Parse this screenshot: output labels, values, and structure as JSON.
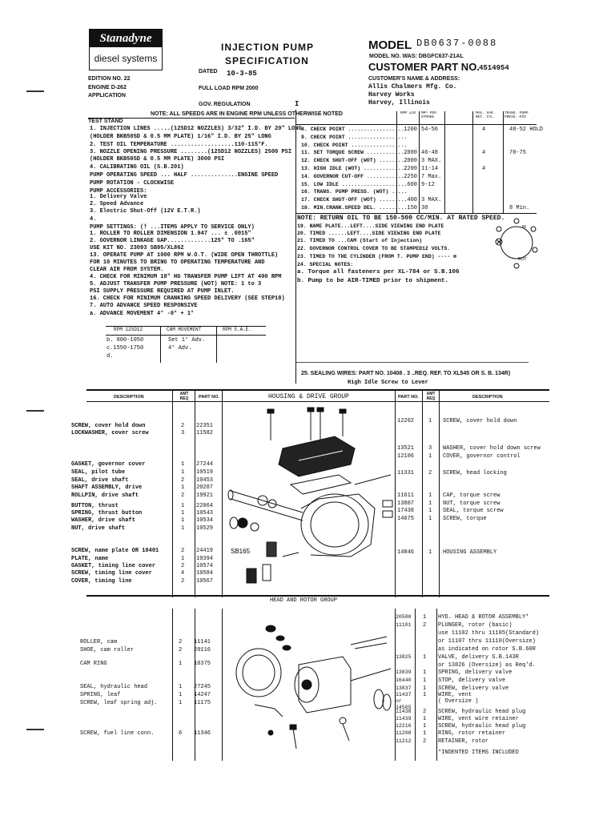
{
  "logo": {
    "brand": "Stanadyne",
    "sub": "diesel systems"
  },
  "header": {
    "title1": "INJECTION PUMP",
    "title2": "SPECIFICATION",
    "dated_label": "DATED",
    "dated_value": "10-3-85",
    "model_label": "MODEL",
    "model_value": "DB0637-0088",
    "model_was": "MODEL NO. WAS:  DBGFC637-21AL",
    "cpn_label": "CUSTOMER PART NO.",
    "cpn_value": "4514954",
    "cust_label": "CUSTOMER'S NAME & ADDRESS:",
    "cust_lines": [
      "Allis Chalmers Mfg. Co.",
      "Harvey Works",
      "Harvey, Illinois"
    ],
    "edition": "EDITION NO.  22",
    "engine": "ENGINE   D-262",
    "application": "APPLICATION",
    "full_load": "FULL LOAD RPM      2000",
    "gov_reg": "GOV. REGULATION",
    "gov_reg_value": "I"
  },
  "note_bar": "NOTE:  ALL SPEEDS ARE IN ENGINE RPM UNLESS OTHERWISE NOTED",
  "test_stand": "TEST STAND",
  "left_items": [
    "1. INJECTION LINES .....(12SD12 NOZZLES) 3/32\" I.D. BY 20\" LONG",
    "   (HOLDER BKB50SD      & 0.5 MM PLATE) 1/16\" I.D. BY 25\" LONG",
    "2. TEST OIL TEMPERATURE ...................110-115°F.",
    "3. NOZZLE OPENING PRESSURE ........(12SD12 NOZZLES) 2500 PSI",
    "   (HOLDER BKB50SD       & 0.5 MM PLATE) 3000 PSI",
    "4. CALIBRATING OIL  (S.B.201)",
    "PUMP OPERATING SPEED ...  HALF ..............ENGINE SPEED",
    "PUMP ROTATION - CLOCKWISE",
    "PUMP ACCESSORIES:",
    "  1. Delivery Valve",
    "  2. Speed Advance",
    "  3. Electric Shut-Off (12V E.T.R.)",
    "  4.",
    "PUMP SETTINGS: (†  ...ITEMS APPLY TO SERVICE ONLY)",
    "  1. ROLLER TO ROLLER DIMENSION 1.947 ... ± .0015\"",
    "  2. GOVERNOR LINKAGE GAP.............125\" TO  .165\"",
    "     USE KIT NO. 23093 SB95/XL862",
    "  13. OPERATE PUMP AT 1000 RPM W.O.T. (WIDE OPEN THROTTLE)",
    "      FOR 10 MINUTES TO BRING TO OPERATING TEMPERATURE AND",
    "      CLEAR AIR FROM SYSTEM.",
    "  4. CHECK FOR MINIMUM 18\" HG TRANSFER PUMP LIFT AT 400 RPM",
    "  5. ADJUST TRANSFER PUMP PRESSURE (WOT) NOTE: 1 to 3",
    "     PSI SUPPLY PRESSURE REQUIRED AT PUMP INLET.",
    "  16. CHECK FOR MINIMUM CRANKING SPEED DELIVERY (SEE STEP18)",
    "  7. AUTO ADVANCE          SPEED RESPONSIVE",
    "     a. ADVANCE MOVEMENT 4° -0° + 1°"
  ],
  "advance_table": {
    "headers": [
      "RPM  12SD12",
      "CAM MOVEMENT",
      "RPM  S.A.E."
    ],
    "rows": [
      [
        "b. 800-1050",
        "Set 1° Adv.",
        ""
      ],
      [
        "c.1550-1750",
        "   4° Adv.",
        ""
      ],
      [
        "d.",
        "",
        ""
      ]
    ]
  },
  "check_table": {
    "headers": [
      "RPM ±10",
      "MM³ PER STROKE",
      "MAX. VAR. BET. CYL.",
      "TRANS. PUMP PRESS.-PSI"
    ],
    "rows": [
      {
        "label": "8. CHECK POINT ...................",
        "rpm": "1200",
        "mm": "54-56",
        "var": "4",
        "psi": "48-52 HOLD"
      },
      {
        "label": "9. CHECK POINT ...................",
        "rpm": "",
        "mm": "",
        "var": "",
        "psi": ""
      },
      {
        "label": "10. CHECK POINT ..................",
        "rpm": "",
        "mm": "",
        "var": "",
        "psi": ""
      },
      {
        "label": "11. SET TORQUE SCREW .............",
        "rpm": "2000",
        "mm": "46-48",
        "var": "4",
        "psi": "70-75"
      },
      {
        "label": "12. CHECK SHUT-OFF (WOT) .........",
        "rpm": "2000",
        "mm": "3 MAX.",
        "var": "",
        "psi": ""
      },
      {
        "label": "13. HIGH IDLE (WOT) ..............",
        "rpm": "2200",
        "mm": "11-14",
        "var": "4",
        "psi": ""
      },
      {
        "label": "14. GOVERNOR CUT-OFF .............",
        "rpm": "2250",
        "mm": "7 Max.",
        "var": "",
        "psi": ""
      },
      {
        "label": "15. LOW IDLE .....................",
        "rpm": "600",
        "mm": "9-12",
        "var": "",
        "psi": ""
      },
      {
        "label": "16. TRANS. PUMP PRESS. (WOT) .....",
        "rpm": "",
        "mm": "",
        "var": "",
        "psi": ""
      },
      {
        "label": "17. CHECK SHUT-OFF (WOT) .........",
        "rpm": "400",
        "mm": "3 MAX.",
        "var": "",
        "psi": ""
      },
      {
        "label": "18. MIN.CRANK.SPEED DEL. .........",
        "rpm": "150",
        "mm": "30",
        "var": "",
        "psi": "8 Min."
      }
    ]
  },
  "right_notes": [
    "NOTE: RETURN OIL TO BE 150-500 CC/MIN. AT RATED SPEED.",
    "19. NAME PLATE...LEFT....SIDE VIEWING END PLATE",
    "20. TIMED ......LEFT....SIDE VIEWING END PLATE",
    "21. TIMED TO ...CAM  (Start of Injection)",
    "22. GOVERNOR CONTROL COVER TO BE STAMPED12 VOLTS.",
    "23. TIMED TO THE CYLINDER (FROM T. PUMP END) ---- ⊗",
    "24. SPECIAL NOTES:",
    "  a. Torque all fasteners per XL-784    or S.B.106",
    "  b. Pump to be AIR-TIMED prior to shipment."
  ],
  "sealing": "25. SEALING WIRES:  PART NO. 10408 . 3 ..REQ. REF. TO XL545 OR S. B. 134R)",
  "sealing2": "High Idle Screw to Lever",
  "parts_header": {
    "desc": "DESCRIPTION",
    "amt": "AMT REQ",
    "part": "PART NO.",
    "group1": "HOUSING & DRIVE GROUP",
    "group2": "HEAD AND ROTOR GROUP"
  },
  "housing_left": [
    {
      "desc": "SCREW, cover hold down",
      "amt": "2",
      "part": "22351"
    },
    {
      "desc": "LOCKWASHER, cover screw",
      "amt": "3",
      "part": "11582"
    },
    {
      "desc": "GASKET, governor cover",
      "amt": "1",
      "part": "27244"
    },
    {
      "desc": "SEAL, pilot tube",
      "amt": "1",
      "part": "10519"
    },
    {
      "desc": "SEAL, drive shaft",
      "amt": "2",
      "part": "10453"
    },
    {
      "desc": "SHAFT ASSEMBLY, drive",
      "amt": "1",
      "part": "20287"
    },
    {
      "desc": "   ROLLPIN, drive shaft",
      "amt": "2",
      "part": "19921"
    },
    {
      "desc": "BUTTON, thrust",
      "amt": "1",
      "part": "22064"
    },
    {
      "desc": "SPRING, thrust button",
      "amt": "1",
      "part": "10543"
    },
    {
      "desc": "WASHER, drive shaft",
      "amt": "1",
      "part": "10534"
    },
    {
      "desc": "NUT, drive shaft",
      "amt": "1",
      "part": "10529"
    },
    {
      "desc": "SCREW, name plate OR 10401",
      "amt": "2",
      "part": "24419"
    },
    {
      "desc": "PLATE, name",
      "amt": "1",
      "part": "10394"
    },
    {
      "desc": "GASKET, timing line cover",
      "amt": "2",
      "part": "10574"
    },
    {
      "desc": "SCREW, timing line cover",
      "amt": "4",
      "part": "10584"
    },
    {
      "desc": "COVER, timing line",
      "amt": "2",
      "part": "10567"
    }
  ],
  "housing_right": [
    {
      "part": "12202",
      "amt": "1",
      "desc": "SCREW, cover hold down"
    },
    {
      "part": "13521",
      "amt": "3",
      "desc": "WASHER, cover hold down screw"
    },
    {
      "part": "12106",
      "amt": "1",
      "desc": "COVER, governor control"
    },
    {
      "part": "11331",
      "amt": "2",
      "desc": "SCREW, head locking"
    },
    {
      "part": "11611",
      "amt": "1",
      "desc": "CAP, torque screw"
    },
    {
      "part": "13807",
      "amt": "1",
      "desc": "NUT, torque screw"
    },
    {
      "part": "17438",
      "amt": "1",
      "desc": "SEAL, torque screw"
    },
    {
      "part": "14675",
      "amt": "1",
      "desc": "SCREW, torque"
    },
    {
      "part": "14846",
      "amt": "1",
      "desc": "HOUSING ASSEMBLY"
    }
  ],
  "sb_label": "SB165",
  "head_left": [
    {
      "desc": "ROLLER, cam",
      "amt": "2",
      "part": "11141"
    },
    {
      "desc": "SHOE, cam roller",
      "amt": "2",
      "part": "20116"
    },
    {
      "desc": "CAM RING",
      "amt": "1",
      "part": "10375"
    },
    {
      "desc": "SEAL, hydraulic head",
      "amt": "1",
      "part": "27245"
    },
    {
      "desc": "SPRING, leaf",
      "amt": "1",
      "part": "14247"
    },
    {
      "desc": "SCREW, leaf spring adj.",
      "amt": "1",
      "part": "11175"
    },
    {
      "desc": "SCREW, fuel line conn.",
      "amt": "6",
      "part": "11346"
    }
  ],
  "head_right": [
    {
      "part": "20580",
      "amt": "1",
      "desc": "HYD. HEAD & ROTOR ASSEMBLY*"
    },
    {
      "part": "11101",
      "amt": "2",
      "desc": "  PLUNGER, rotor (basic)"
    },
    {
      "part": "",
      "amt": "",
      "desc": "use 11102 thru 11105(Standard)"
    },
    {
      "part": "",
      "amt": "",
      "desc": "or 11107  thru 11110(Oversize)"
    },
    {
      "part": "",
      "amt": "",
      "desc": "as indicated on rotor S.B.60R"
    },
    {
      "part": "13825",
      "amt": "1",
      "desc": "VALVE, delivery        S.B.143R"
    },
    {
      "part": "",
      "amt": "",
      "desc": "or 13826  (Oversize) as Req'd."
    },
    {
      "part": "13839",
      "amt": "1",
      "desc": "SPRING, delivery valve"
    },
    {
      "part": "16440",
      "amt": "1",
      "desc": "STOP, delivery valve"
    },
    {
      "part": "13837",
      "amt": "1",
      "desc": "SCREW, delivery valve"
    },
    {
      "part": "11437",
      "amt": "1",
      "desc": "  WIRE, vent"
    },
    {
      "part": "or",
      "amt": "",
      "desc": "  ( Oversize )"
    },
    {
      "part": "14565",
      "amt": "",
      "desc": ""
    },
    {
      "part": "11438",
      "amt": "2",
      "desc": "  SCREW, hydraulic head plug"
    },
    {
      "part": "11439",
      "amt": "1",
      "desc": "  WIRE, vent wire retainer"
    },
    {
      "part": "12216",
      "amt": "1",
      "desc": "  SCREW, hydraulic head plug"
    },
    {
      "part": "11208",
      "amt": "1",
      "desc": "RING, rotor retainer"
    },
    {
      "part": "11212",
      "amt": "2",
      "desc": "RETAINER, rotor"
    },
    {
      "part": "",
      "amt": "",
      "desc": "*INDENTED ITEMS INCLUDED"
    }
  ],
  "diagram_labels": {
    "ir": "IR",
    "rot": "ROT"
  }
}
